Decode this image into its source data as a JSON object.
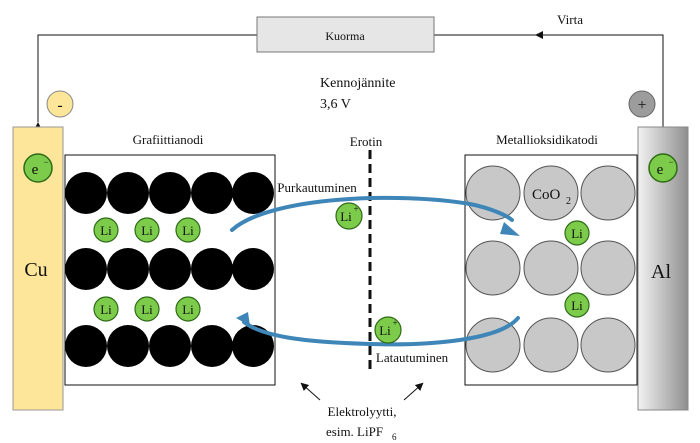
{
  "labels": {
    "load": "Kuorma",
    "current": "Virta",
    "cell_voltage_line1": "Kennojännite",
    "cell_voltage_line2": "3,6 V",
    "anode_title": "Grafiittianodi",
    "cathode_title": "Metallioksidikatodi",
    "separator": "Erotin",
    "discharging": "Purkautuminen",
    "charging": "Latautuminen",
    "electrolyte_line1": "Elektrolyytti,",
    "electrolyte_line2_prefix": "esim. LiPF",
    "electrolyte_line2_sub": "6",
    "cu": "Cu",
    "al": "Al",
    "minus": "-",
    "plus": "+",
    "electron": "e",
    "electron_sup": "−",
    "li": "Li",
    "li_ion_sup": "+",
    "coo2_prefix": "CoO",
    "coo2_sub": "2"
  },
  "colors": {
    "copper": "#fde59a",
    "aluminium_light": "#e8e8e8",
    "aluminium_dark": "#9a9a9a",
    "graphite": "#000000",
    "oxide": "#c8c8c8",
    "lithium": "#7ccb4a",
    "lithium_stroke": "#2e6b18",
    "arrow": "#3f86b8",
    "load_fill": "#e6e6e6"
  }
}
